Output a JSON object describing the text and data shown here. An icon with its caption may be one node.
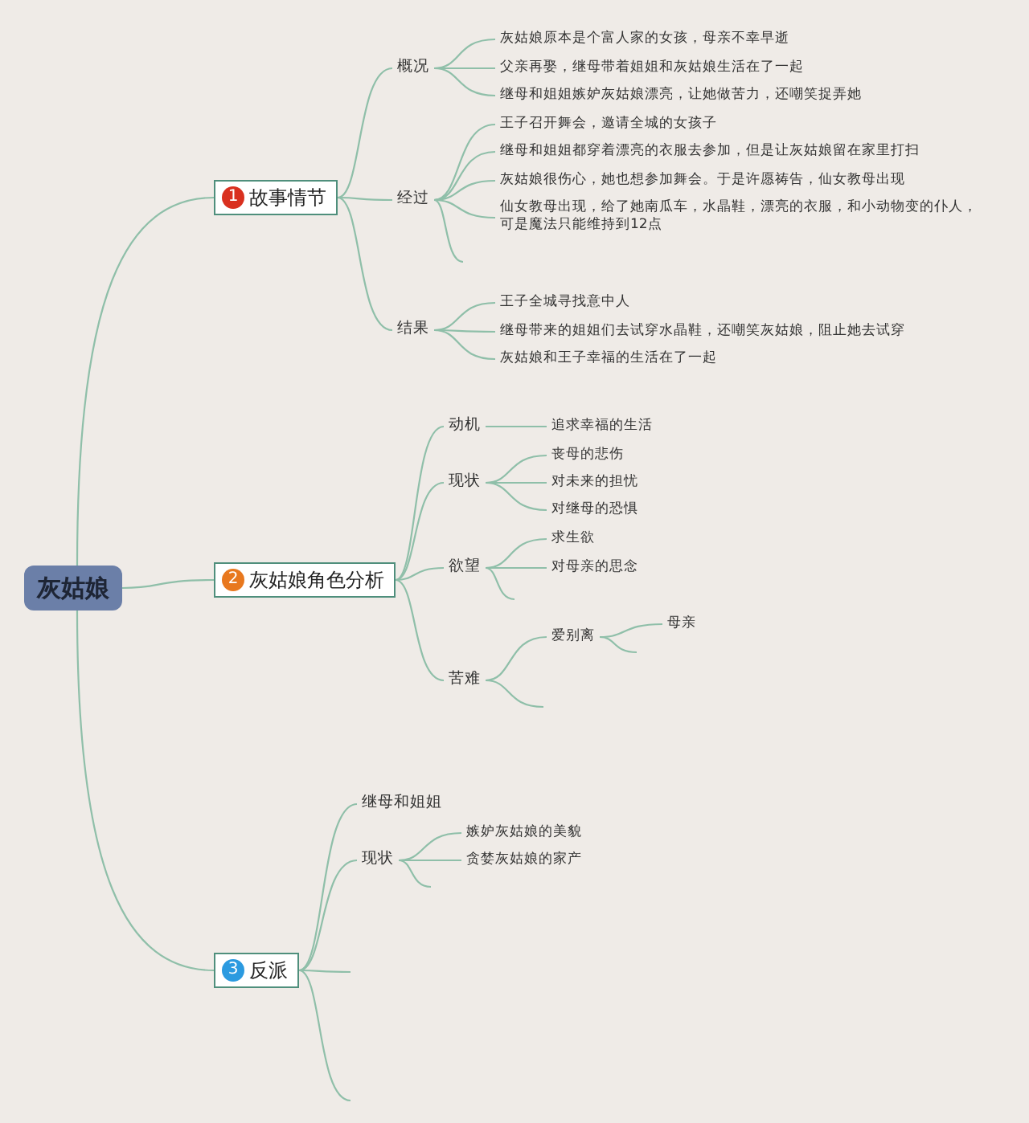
{
  "diagram": {
    "nodes": [
      {
        "text": [
          "灰姑娘"
        ]
      },
      {
        "text": [
          "1",
          "故事情节"
        ]
      },
      {
        "text": [
          "概况"
        ]
      },
      {
        "text": [
          "灰姑娘原本是个富人家的女孩，母亲不幸早逝"
        ]
      },
      {
        "text": [
          "父亲再娶，继母带着姐姐和灰姑娘生活在了一起"
        ]
      },
      {
        "text": [
          "继母和姐姐嫉妒灰姑娘漂亮，让她做苦力，还嘲笑捉弄她"
        ]
      },
      {
        "text": [
          "经过"
        ]
      },
      {
        "text": [
          "王子召开舞会，邀请全城的女孩子"
        ]
      },
      {
        "text": [
          "继母和姐姐都穿着漂亮的衣服去参加，但是让灰姑娘留在家里打扫"
        ]
      },
      {
        "text": [
          "灰姑娘很伤心，她也想参加舞会。于是许愿祷告，仙女教母出现"
        ]
      },
      {
        "text": [
          "仙女教母出现，给了她南瓜车，水晶鞋，漂亮的衣服，和小动物变的仆人，可是魔法只能维持到12点"
        ]
      },
      {
        "text": [
          "结果"
        ]
      },
      {
        "text": [
          "王子全城寻找意中人"
        ]
      },
      {
        "text": [
          "继母带来的姐姐们去试穿水晶鞋，还嘲笑灰姑娘，阻止她去试穿"
        ]
      },
      {
        "text": [
          "灰姑娘和王子幸福的生活在了一起"
        ]
      },
      {
        "text": [
          "2",
          "灰姑娘角色分析"
        ]
      },
      {
        "text": [
          "动机"
        ]
      },
      {
        "text": [
          "追求幸福的生活"
        ]
      },
      {
        "text": [
          "现状"
        ]
      },
      {
        "text": [
          "丧母的悲伤"
        ]
      },
      {
        "text": [
          "对未来的担忧"
        ]
      },
      {
        "text": [
          "对继母的恐惧"
        ]
      },
      {
        "text": [
          "欲望"
        ]
      },
      {
        "text": [
          "求生欲"
        ]
      },
      {
        "text": [
          "对母亲的思念"
        ]
      },
      {
        "text": [
          "苦难"
        ]
      },
      {
        "text": [
          "爱别离"
        ]
      },
      {
        "text": [
          "母亲"
        ]
      },
      {
        "text": [
          "3",
          "反派"
        ]
      },
      {
        "text": [
          "继母和姐姐"
        ]
      },
      {
        "text": [
          "现状"
        ]
      },
      {
        "text": [
          "嫉妒灰姑娘的美貌"
        ]
      },
      {
        "text": [
          "贪婪灰姑娘的家产"
        ]
      }
    ],
    "edges": [
      {
        "from": 0,
        "to": 1,
        "arrow": "none"
      },
      {
        "from": 0,
        "to": 15,
        "arrow": "none"
      },
      {
        "from": 0,
        "to": 28,
        "arrow": "none"
      },
      {
        "from": 1,
        "to": 2,
        "arrow": "none"
      },
      {
        "from": 2,
        "to": 3,
        "arrow": "none"
      },
      {
        "from": 2,
        "to": 4,
        "arrow": "none"
      },
      {
        "from": 2,
        "to": 5,
        "arrow": "none"
      },
      {
        "from": 1,
        "to": 6,
        "arrow": "none"
      },
      {
        "from": 6,
        "to": 7,
        "arrow": "none"
      },
      {
        "from": 6,
        "to": 8,
        "arrow": "none"
      },
      {
        "from": 6,
        "to": 9,
        "arrow": "none"
      },
      {
        "from": 6,
        "to": 10,
        "arrow": "none"
      },
      {
        "from": 6,
        "to": null,
        "arrow": "none"
      },
      {
        "from": 1,
        "to": 11,
        "arrow": "none"
      },
      {
        "from": 11,
        "to": 12,
        "arrow": "none"
      },
      {
        "from": 11,
        "to": 13,
        "arrow": "none"
      },
      {
        "from": 11,
        "to": 14,
        "arrow": "none"
      },
      {
        "from": 15,
        "to": 16,
        "arrow": "none"
      },
      {
        "from": 16,
        "to": 17,
        "arrow": "none"
      },
      {
        "from": 15,
        "to": 18,
        "arrow": "none"
      },
      {
        "from": 18,
        "to": 19,
        "arrow": "none"
      },
      {
        "from": 18,
        "to": 20,
        "arrow": "none"
      },
      {
        "from": 18,
        "to": 21,
        "arrow": "none"
      },
      {
        "from": 15,
        "to": 22,
        "arrow": "none"
      },
      {
        "from": 22,
        "to": 23,
        "arrow": "none"
      },
      {
        "from": 22,
        "to": 24,
        "arrow": "none"
      },
      {
        "from": 22,
        "to": null,
        "arrow": "none"
      },
      {
        "from": 15,
        "to": 25,
        "arrow": "none"
      },
      {
        "from": 25,
        "to": 26,
        "arrow": "none"
      },
      {
        "from": 26,
        "to": 27,
        "arrow": "none"
      },
      {
        "from": 26,
        "to": null,
        "arrow": "none"
      },
      {
        "from": 25,
        "to": null,
        "arrow": "none"
      },
      {
        "from": 28,
        "to": 29,
        "arrow": "none"
      },
      {
        "from": 28,
        "to": 30,
        "arrow": "none"
      },
      {
        "from": 30,
        "to": 31,
        "arrow": "none"
      },
      {
        "from": 30,
        "to": 32,
        "arrow": "none"
      },
      {
        "from": 30,
        "to": null,
        "arrow": "none"
      },
      {
        "from": 28,
        "to": null,
        "arrow": "none"
      },
      {
        "from": 28,
        "to": null,
        "arrow": "none"
      }
    ]
  }
}
